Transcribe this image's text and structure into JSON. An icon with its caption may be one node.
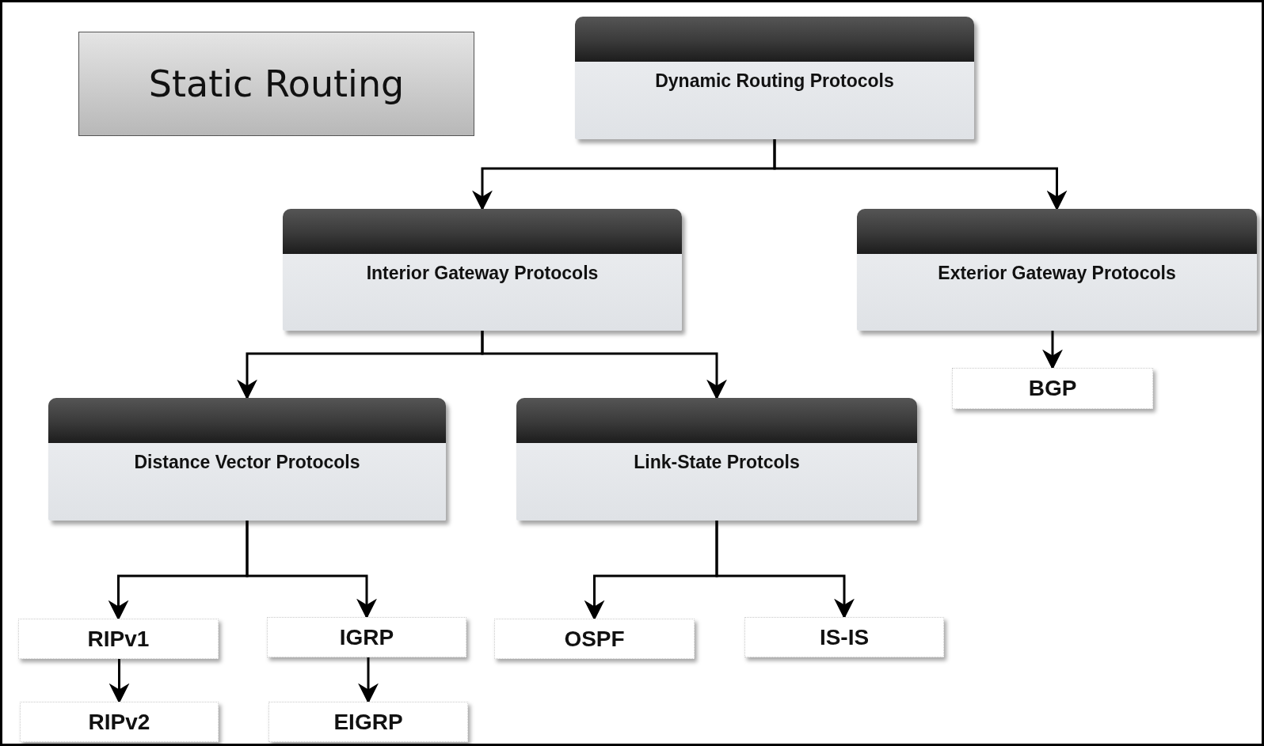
{
  "diagram": {
    "nodes": [
      {
        "text": [
          "Static Routing"
        ]
      },
      {
        "text": [
          "Dynamic Routing Protocols"
        ]
      },
      {
        "text": [
          "Interior Gateway Protocols"
        ]
      },
      {
        "text": [
          "Exterior Gateway Protocols"
        ]
      },
      {
        "text": [
          "BGP"
        ]
      },
      {
        "text": [
          "Distance Vector Protocols"
        ]
      },
      {
        "text": [
          "Link-State Protcols"
        ]
      },
      {
        "text": [
          "RIPv1"
        ]
      },
      {
        "text": [
          "IGRP"
        ]
      },
      {
        "text": [
          "OSPF"
        ]
      },
      {
        "text": [
          "IS-IS"
        ]
      },
      {
        "text": [
          "RIPv2"
        ]
      },
      {
        "text": [
          "EIGRP"
        ]
      }
    ],
    "edges": [
      {
        "from": 1,
        "to": 2,
        "arrow": "to"
      },
      {
        "from": 1,
        "to": 3,
        "arrow": "to"
      },
      {
        "from": 3,
        "to": 4,
        "arrow": "to"
      },
      {
        "from": 2,
        "to": 5,
        "arrow": "to"
      },
      {
        "from": 2,
        "to": 6,
        "arrow": "to"
      },
      {
        "from": 5,
        "to": 7,
        "arrow": "to"
      },
      {
        "from": 5,
        "to": 8,
        "arrow": "to"
      },
      {
        "from": 6,
        "to": 9,
        "arrow": "to"
      },
      {
        "from": 6,
        "to": 10,
        "arrow": "to"
      },
      {
        "from": 7,
        "to": 11,
        "arrow": "to"
      },
      {
        "from": 8,
        "to": 12,
        "arrow": "to"
      }
    ]
  }
}
